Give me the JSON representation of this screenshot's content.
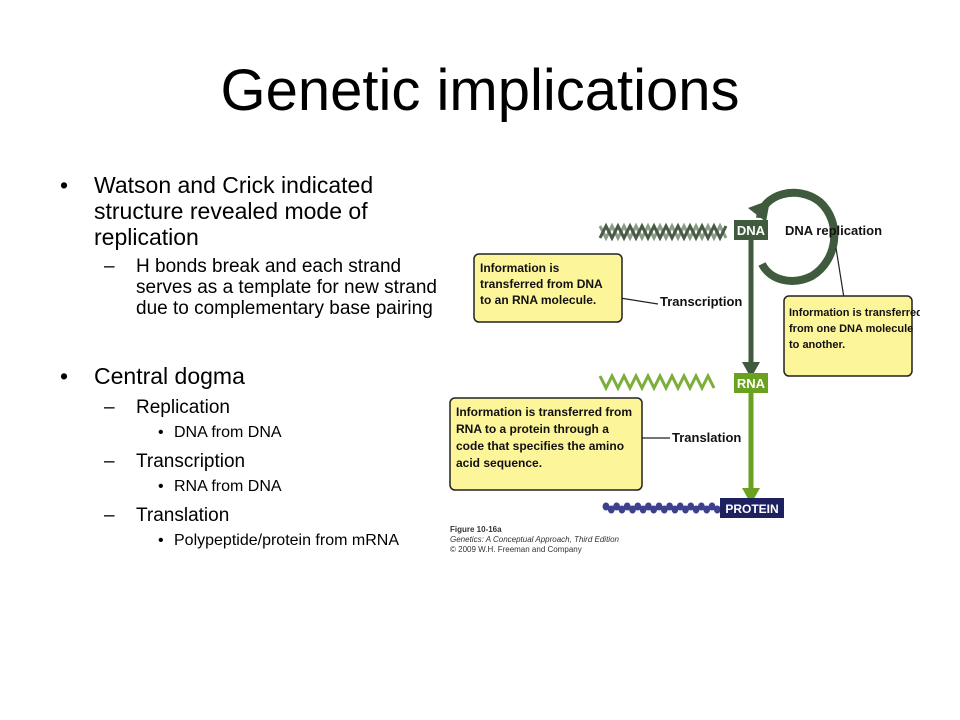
{
  "slide": {
    "title": "Genetic implications",
    "bullet_1": "Watson and Crick indicated structure revealed mode of replication",
    "bullet_1_sub": "H bonds break and each strand serves as a template for new strand due to complementary base pairing",
    "bullet_2": "Central dogma",
    "sub_replication": "Replication",
    "sub_replication_detail": "DNA from DNA",
    "sub_transcription": "Transcription",
    "sub_transcription_detail": "RNA from DNA",
    "sub_translation": "Translation",
    "sub_translation_detail": "Polypeptide/protein from mRNA",
    "bullet_marker": "•",
    "dash_marker": "–"
  },
  "diagram": {
    "dna_label": "DNA",
    "rna_label": "RNA",
    "protein_label": "PROTEIN",
    "replication_label": "DNA replication",
    "transcription_label": "Transcription",
    "translation_label": "Translation",
    "callout_transcription": [
      "Information is",
      "transferred from DNA",
      "to an RNA molecule."
    ],
    "callout_replication": [
      "Information is transferred",
      "from one DNA molecule",
      "to another."
    ],
    "callout_translation": [
      "Information is transferred from",
      "RNA to a protein through a",
      "code that specifies the amino",
      "acid sequence."
    ],
    "caption": [
      "Figure 10-16a",
      "Genetics: A Conceptual Approach, Third Edition",
      "© 2009 W.H. Freeman and Company"
    ],
    "colors": {
      "dna_green": "#3f5a3c",
      "rna_green": "#6aa220",
      "protein_navy": "#1d2160",
      "callout_fill": "#fdf59a",
      "bead": "#3d3f8f"
    }
  }
}
